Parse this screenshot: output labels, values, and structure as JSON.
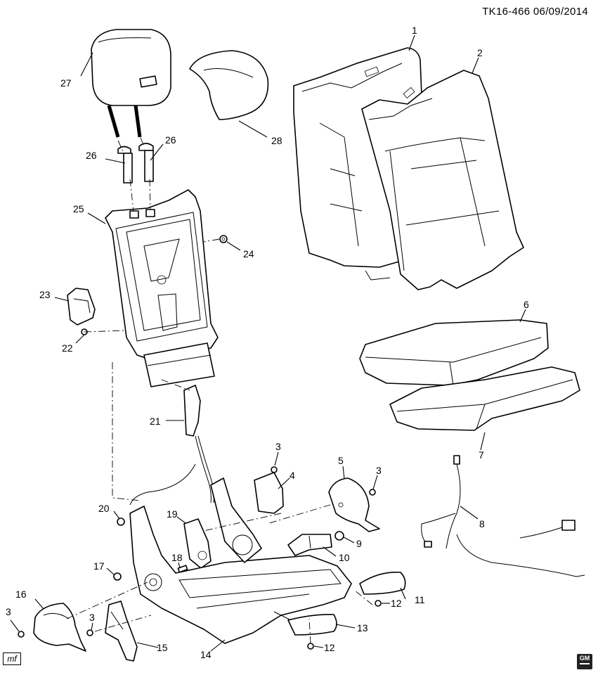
{
  "header": {
    "reference": "TK16-466  06/09/2014"
  },
  "footer": {
    "corner_label": "mf",
    "logo_text": "GM"
  },
  "callouts": {
    "c1": "1",
    "c2": "2",
    "c3a": "3",
    "c3b": "3",
    "c3c": "3",
    "c3d": "3",
    "c4": "4",
    "c5": "5",
    "c6": "6",
    "c7": "7",
    "c8": "8",
    "c9": "9",
    "c10": "10",
    "c11": "11",
    "c12a": "12",
    "c12b": "12",
    "c13": "13",
    "c14": "14",
    "c15": "15",
    "c16": "16",
    "c17": "17",
    "c18": "18",
    "c19": "19",
    "c20": "20",
    "c21": "21",
    "c22": "22",
    "c23": "23",
    "c24": "24",
    "c25": "25",
    "c26a": "26",
    "c26b": "26",
    "c27": "27",
    "c28": "28"
  }
}
